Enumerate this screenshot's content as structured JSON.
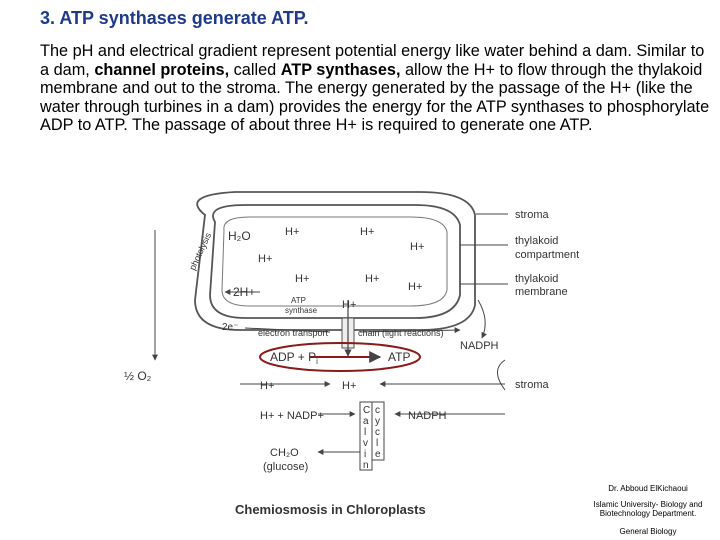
{
  "slide": {
    "title": "3.  ATP synthases generate ATP.",
    "paragraph": {
      "p1": "The pH and electrical gradient represent potential energy like water behind a dam. Similar to a dam, ",
      "b1": "channel proteins,",
      "p2": " called ",
      "b2": "ATP synthases,",
      "p3": " allow the H+ to flow through the thylakoid membrane and out to the stroma. The energy generated by the passage of the H+ (like the water through turbines in a dam) provides the energy for the ATP synthases to phosphorylate ADP to ATP. The passage of about three H+ is required to generate one ATP."
    }
  },
  "diagram": {
    "caption": "Chemiosmosis in Chloroplasts",
    "legend": {
      "stroma": "stroma",
      "compartment_1": "thylakoid",
      "compartment_2": "compartment",
      "membrane_1": "thylakoid",
      "membrane_2": "membrane"
    },
    "labels": {
      "h2o": "H₂O",
      "photolysis": "photolysis",
      "h1": "H+",
      "h2": "H+",
      "h3": "H+",
      "h4": "H+",
      "h5": "H+",
      "h6": "H+",
      "two_h": "2H+",
      "atp_synthase_1": "ATP",
      "atp_synthase_2": "synthase",
      "h_channel": "H+",
      "e_minus": "2e⁻",
      "electron_transport": "electron transport",
      "chain": "chain (light reactions)",
      "nadph": "NADPH",
      "adp": "ADP + P",
      "adp_sub": "i",
      "atp": "ATP",
      "half_o2": "½ O₂",
      "h_left": "H+",
      "h_below": "H+",
      "stroma_right": "stroma",
      "h_nadp": "H+ + NADP+",
      "nadph_low": "NADPH",
      "calvin": [
        "C",
        "a",
        "l",
        "v",
        "i",
        "n"
      ],
      "cycle": [
        "c",
        "y",
        "c",
        "l",
        "e"
      ],
      "ch2o": "CH₂O",
      "glucose": "(glucose)"
    }
  },
  "credits": {
    "author": "Dr. Abboud ElKichaoui",
    "institution": "Islamic University- Biology and Biotechnology Department.",
    "course": "General Biology"
  }
}
